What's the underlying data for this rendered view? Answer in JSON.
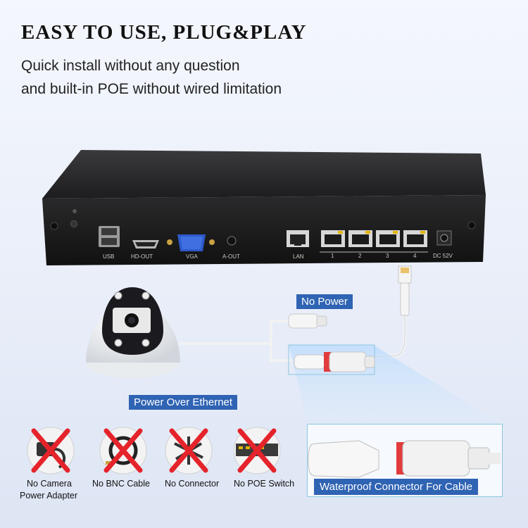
{
  "header": {
    "title": "EASY TO USE, PLUG&PLAY",
    "subtitle_line1": "Quick install without any question",
    "subtitle_line2": "and built-in POE without wired limitation"
  },
  "nvr": {
    "ports": {
      "usb": "USB",
      "hdout": "HD-OUT",
      "vga": "VGA",
      "aout": "A-OUT",
      "lan": "LAN",
      "poe1": "1",
      "poe2": "2",
      "poe3": "3",
      "poe4": "4",
      "dc": "DC 52V"
    }
  },
  "labels": {
    "no_power": "No Power",
    "poe": "Power Over Ethernet",
    "waterproof": "Waterproof Connector For Cable"
  },
  "no_items": [
    {
      "line1": "No Camera",
      "line2": "Power Adapter",
      "icon": "power-adapter-icon"
    },
    {
      "line1": "No BNC Cable",
      "icon": "bnc-cable-icon"
    },
    {
      "line1": "No Connector",
      "icon": "connector-icon"
    },
    {
      "line1": "No POE Switch",
      "icon": "poe-switch-icon"
    }
  ],
  "colors": {
    "accent_blue": "#2f63b3",
    "cross_red": "#e5232b"
  }
}
